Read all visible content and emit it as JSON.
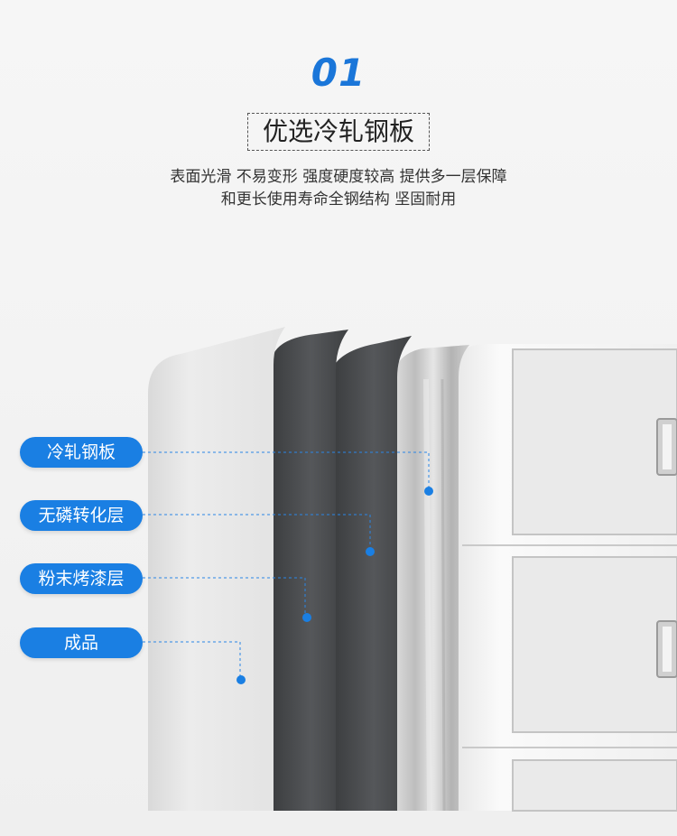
{
  "section_number": "01",
  "title": "优选冷轧钢板",
  "description": [
    "表面光滑 不易变形 强度硬度较高 提供多一层保障",
    "和更长使用寿命全钢结构 坚固耐用"
  ],
  "labels": [
    "冷轧钢板",
    "无磷转化层",
    "粉末烤漆层",
    "成品"
  ],
  "colors": {
    "accent": "#1a7fe3",
    "number": "#1a76d9",
    "dark_layer": "#4a4c4e",
    "cabinet": "#f2f2f2"
  }
}
